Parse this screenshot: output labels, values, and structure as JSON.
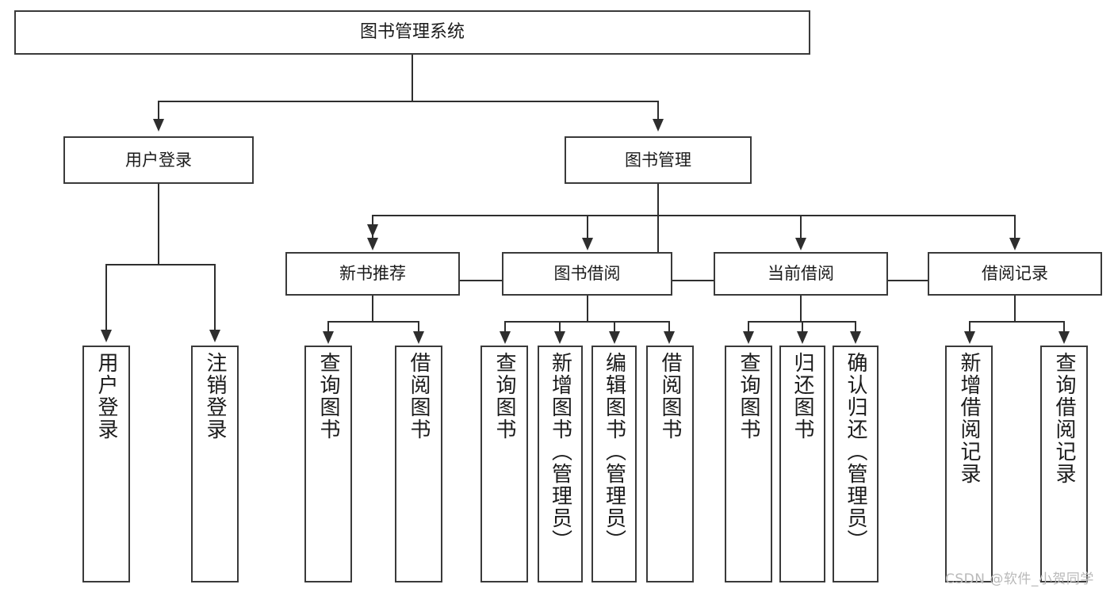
{
  "diagram": {
    "title": "图书管理系统",
    "type": "tree-hierarchy-diagram",
    "root": {
      "label": "图书管理系统"
    },
    "level2": [
      {
        "label": "用户登录"
      },
      {
        "label": "图书管理"
      }
    ],
    "level3": [
      {
        "label": "新书推荐"
      },
      {
        "label": "图书借阅"
      },
      {
        "label": "当前借阅"
      },
      {
        "label": "借阅记录"
      }
    ],
    "leaves": {
      "user_login": [
        {
          "label": "用户登录"
        },
        {
          "label": "注销登录"
        }
      ],
      "new_book_recommend": [
        {
          "label": "查询图书"
        },
        {
          "label": "借阅图书"
        }
      ],
      "book_borrow": [
        {
          "label": "查询图书"
        },
        {
          "label": "新增图书（管理员）"
        },
        {
          "label": "编辑图书（管理员）"
        },
        {
          "label": "借阅图书"
        }
      ],
      "current_borrow": [
        {
          "label": "查询图书"
        },
        {
          "label": "归还图书"
        },
        {
          "label": "确认归还（管理员）"
        }
      ],
      "borrow_record": [
        {
          "label": "新增借阅记录"
        },
        {
          "label": "查询借阅记录"
        }
      ]
    }
  },
  "watermark": {
    "text": "CSDN @软件_小贺同学"
  },
  "colors": {
    "box_border": "#3a3a3a",
    "line": "#2e2e2e",
    "text": "#1b1b1b",
    "background": "#ffffff",
    "watermark": "#b9b9b9"
  }
}
